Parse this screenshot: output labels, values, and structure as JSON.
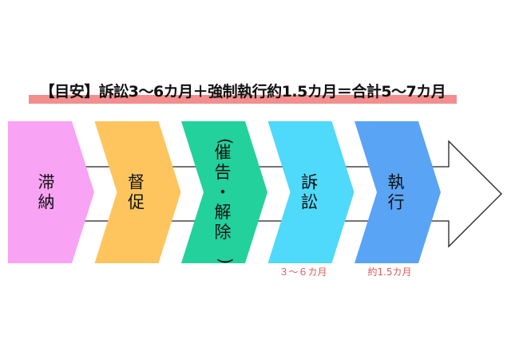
{
  "title": "【目安】訴訟3〜6カ月＋強制執行約1.5カ月＝合計5〜7カ月",
  "colors": {
    "title_underline": "#f28e8e",
    "duration_text": "#e05a5a",
    "outline_arrow_stroke": "#222222"
  },
  "steps": [
    {
      "label": "滞納",
      "color": "#f9a3f4",
      "duration": ""
    },
    {
      "label": "督促",
      "color": "#fec55e",
      "duration": ""
    },
    {
      "label": "(催告・解除)",
      "color": "#22d19c",
      "duration": ""
    },
    {
      "label": "訴訟",
      "color": "#4fd9fa",
      "duration": "３〜６カ月"
    },
    {
      "label": "執行",
      "color": "#5aa4f5",
      "duration": "約1.5カ月"
    }
  ]
}
